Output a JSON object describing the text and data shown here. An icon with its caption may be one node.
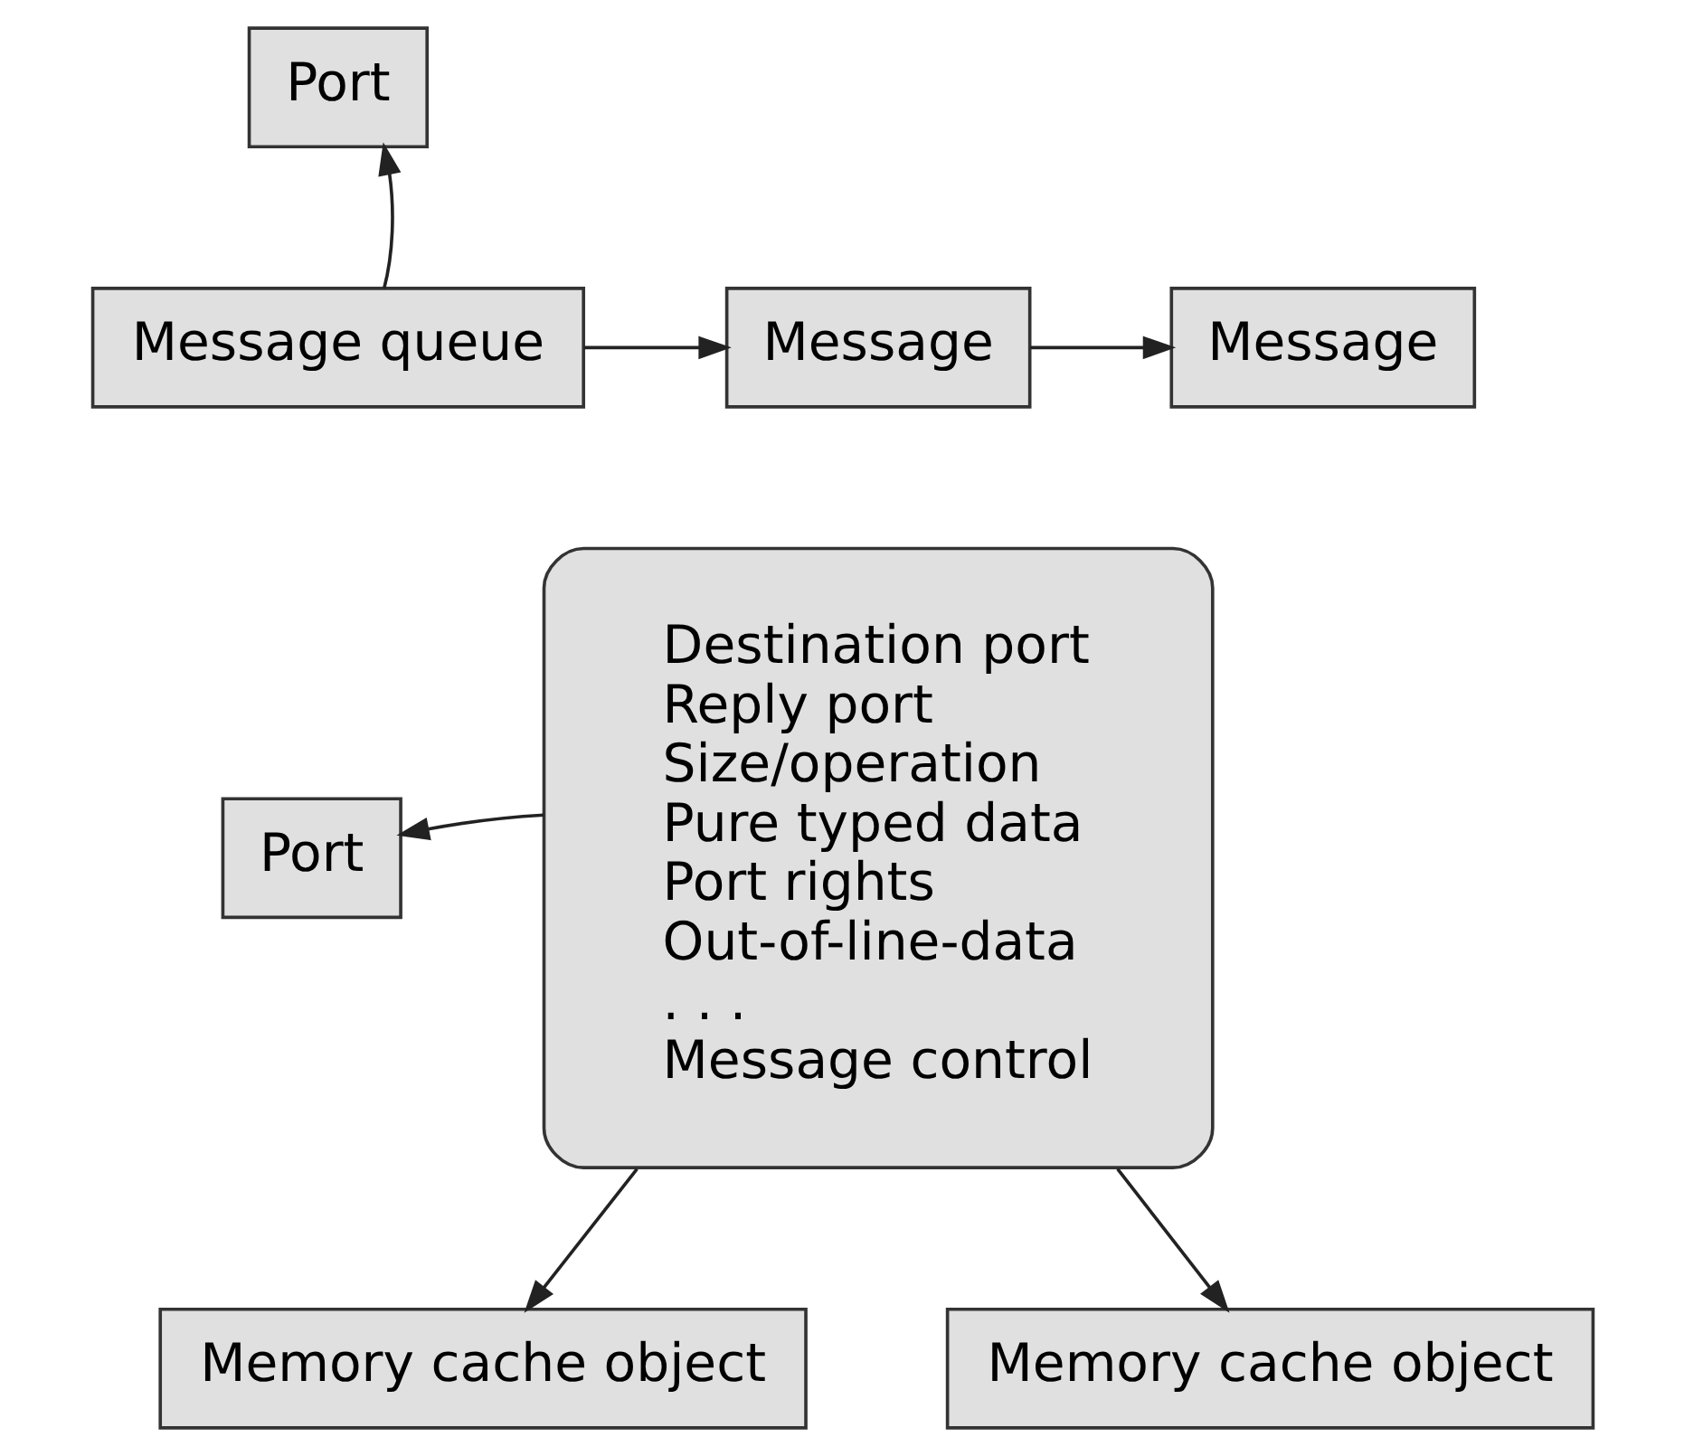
{
  "diagram": {
    "nodes": [
      {
        "text": [
          "Port"
        ]
      },
      {
        "text": [
          "Message queue"
        ]
      },
      {
        "text": [
          "Message"
        ]
      },
      {
        "text": [
          "Message"
        ]
      },
      {
        "text": [
          "Destination port",
          "Reply port",
          "Size/operation",
          "Pure typed data",
          "Port rights",
          "Out-of-line-data",
          ". . .",
          "Message control"
        ]
      },
      {
        "text": [
          "Port"
        ]
      },
      {
        "text": [
          "Memory cache object"
        ]
      },
      {
        "text": [
          "Memory cache object"
        ]
      }
    ],
    "edges": [
      {
        "from": 1,
        "to": 0,
        "arrow": "to"
      },
      {
        "from": 1,
        "to": 2,
        "arrow": "to"
      },
      {
        "from": 2,
        "to": 3,
        "arrow": "to"
      },
      {
        "from": 4,
        "to": 5,
        "arrow": "to"
      },
      {
        "from": 4,
        "to": 6,
        "arrow": "to"
      },
      {
        "from": 4,
        "to": 7,
        "arrow": "to"
      }
    ]
  }
}
